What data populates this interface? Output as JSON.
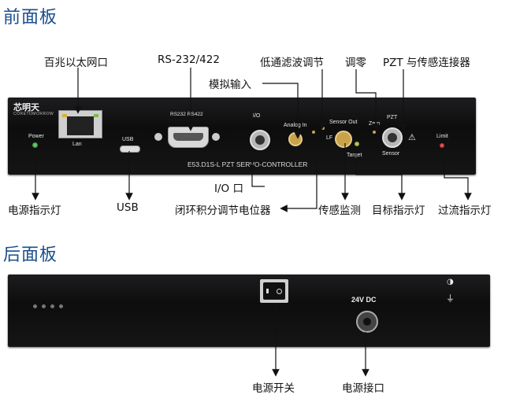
{
  "sections": {
    "front_title": "前面板",
    "rear_title": "后面板"
  },
  "front_callouts": {
    "ethernet": "百兆以太网口",
    "rs232": "RS-232/422",
    "lowpass": "低通滤波调节",
    "zero": "调零",
    "pzt_connector": "PZT 与传感连接器",
    "analog_in": "模拟输入",
    "power_led": "电源指示灯",
    "usb": "USB",
    "io_port": "I/O 口",
    "servo_pot": "闭环积分调节电位器",
    "sensor_monitor": "传感监测",
    "target_led": "目标指示灯",
    "limit_led": "过流指示灯"
  },
  "rear_callouts": {
    "power_switch": "电源开关",
    "power_jack": "电源接口"
  },
  "front_panel": {
    "brand": "芯明天",
    "brand_sub": "CORETOMORROW",
    "power": "Power",
    "lan": "Lan",
    "usb": "USB",
    "rs_label": "RS232 RS422",
    "io": "I/O",
    "analog_in": "Analog In",
    "lf": "LF",
    "sensor_out": "Sensor Out",
    "zero": "Zero",
    "pzt": "PZT",
    "sensor": "Sensor",
    "target": "Target",
    "limit": "Limit",
    "model": "E53.D1S-L  PZT SERVO-CONTROLLER"
  },
  "rear_panel": {
    "voltage": "24V DC",
    "power_symbol_on": "◑",
    "ground_symbol": "⏚"
  }
}
